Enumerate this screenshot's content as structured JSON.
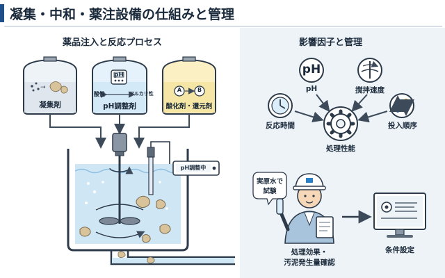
{
  "title": "凝集・中和・薬注設備の仕組みと管理",
  "left": {
    "section_title": "薬品注入と反応プロセス",
    "tanks": [
      {
        "label": "凝集剤"
      },
      {
        "label": "pH調整剤",
        "ph_text": "pH",
        "acid": "酸性",
        "alkali": "アルカリ性"
      },
      {
        "label": "酸化剤・還元剤",
        "a": "A",
        "b": "B"
      }
    ],
    "ph_meter": "pH調整中"
  },
  "right": {
    "section_title": "影響因子と管理",
    "factors": {
      "ph_symbol": "pH",
      "ph": "pH",
      "stirring": "撹拌速度",
      "reaction_time": "反応時間",
      "dosing_order": "投入順序"
    },
    "center": "処理性能",
    "worker_bubble_line1": "実原水で",
    "worker_bubble_line2": "試験",
    "worker_caption_line1": "処理効果・",
    "worker_caption_line2": "汚泥発生量確認",
    "monitor_caption": "条件設定"
  },
  "colors": {
    "accent": "#1f4f8b",
    "water": "#cfe6f5",
    "tank_yellow": "#fbf0c4",
    "tank_blue": "#dceefa"
  }
}
